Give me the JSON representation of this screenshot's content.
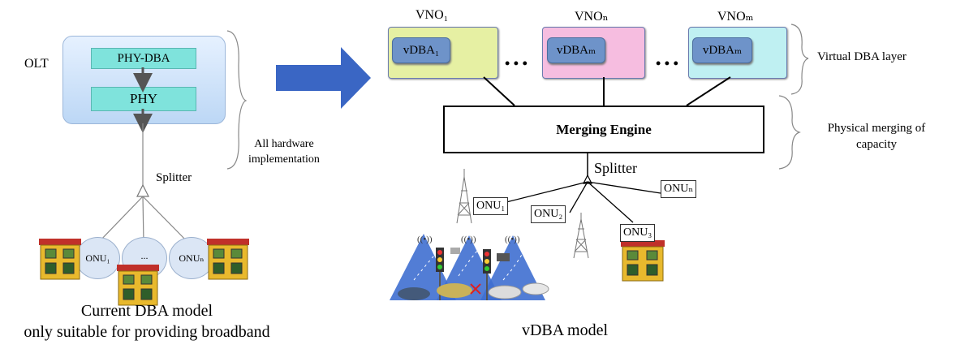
{
  "left": {
    "olt_label": "OLT",
    "phy_dba_label": "PHY-DBA",
    "phy_label": "PHY",
    "hardware_note_line1": "All hardware",
    "hardware_note_line2": "implementation",
    "splitter_label": "Splitter",
    "onu1_label": "ONU₁",
    "onu_dots": "...",
    "onun_label": "ONUₙ",
    "caption_line1": "Current DBA model",
    "caption_line2": "only suitable for providing broadband"
  },
  "right": {
    "vnos": [
      {
        "label": "VNO₁",
        "vdba": "vDBA₁",
        "color": "#e6f0a3"
      },
      {
        "label": "VNOₙ",
        "vdba": "vDBAₘ",
        "color": "#f6bde0"
      },
      {
        "label": "VNOₘ",
        "vdba": "vDBAₘ",
        "color": "#bff0f2"
      }
    ],
    "ellipsis": "• • •",
    "merging_engine_label": "Merging Engine",
    "splitter_label": "Splitter",
    "virtual_layer_label": "Virtual DBA layer",
    "physical_merge_line1": "Physical merging of",
    "physical_merge_line2": "capacity",
    "onus": [
      "ONU₁",
      "ONU₂",
      "ONUₙ",
      "ONU₃"
    ],
    "caption": "vDBA model"
  },
  "colors": {
    "arrow_blue": "#3a66c4",
    "house_wall": "#e8b92d",
    "house_roof": "#c0302a",
    "teal": "#7fe3dc",
    "vdba_blue": "#6e93c9"
  }
}
